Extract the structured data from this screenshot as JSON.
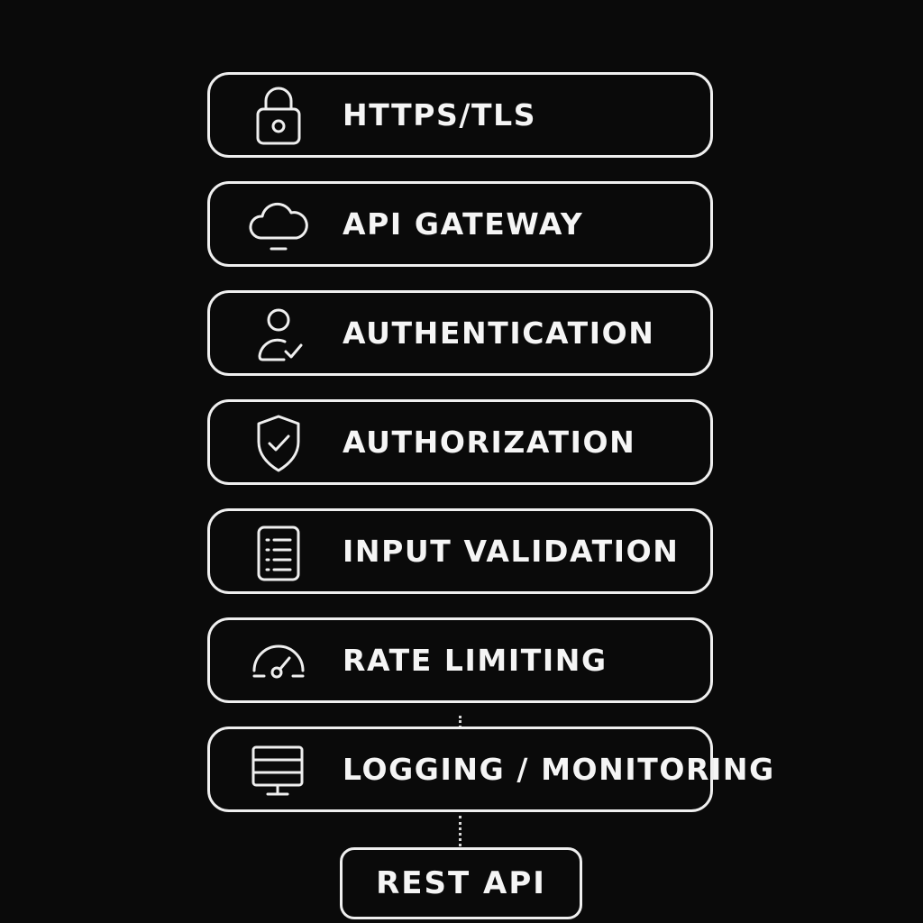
{
  "diagram": {
    "layers": [
      {
        "label": "HTTPS/TLS",
        "icon": "lock-icon"
      },
      {
        "label": "API GATEWAY",
        "icon": "cloud-icon"
      },
      {
        "label": "AUTHENTICATION",
        "icon": "user-check-icon"
      },
      {
        "label": "AUTHORIZATION",
        "icon": "shield-check-icon"
      },
      {
        "label": "INPUT VALIDATION",
        "icon": "checklist-icon"
      },
      {
        "label": "RATE LIMITING",
        "icon": "gauge-icon"
      },
      {
        "label": "LOGGING / MONITORING",
        "icon": "monitor-icon"
      }
    ],
    "endpoint": {
      "label": "REST API"
    },
    "colors": {
      "background": "#0a0a0a",
      "stroke": "#efefef",
      "text": "#f5f5f5"
    }
  }
}
